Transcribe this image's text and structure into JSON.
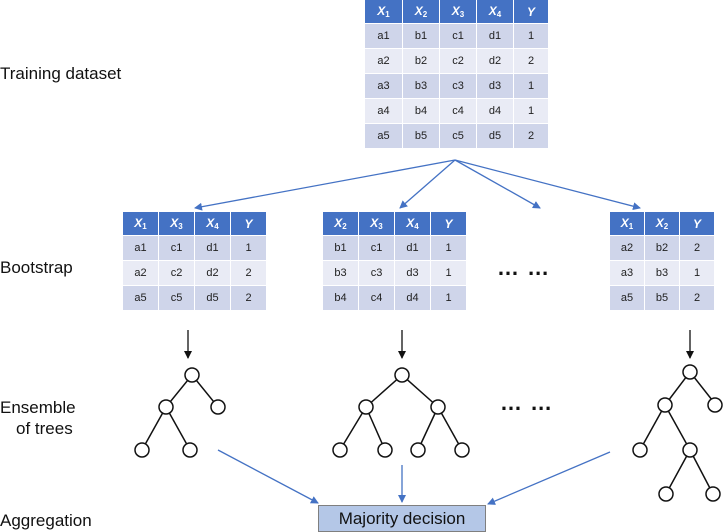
{
  "labels": {
    "training": "Training dataset",
    "bootstrap": "Bootstrap",
    "ensemble_line1": "Ensemble",
    "ensemble_line2": "of trees",
    "aggregation": "Aggregation"
  },
  "training_table": {
    "headers": [
      [
        "X",
        "1"
      ],
      [
        "X",
        "2"
      ],
      [
        "X",
        "3"
      ],
      [
        "X",
        "4"
      ],
      [
        "Y",
        ""
      ]
    ],
    "rows": [
      [
        "a1",
        "b1",
        "c1",
        "d1",
        "1"
      ],
      [
        "a2",
        "b2",
        "c2",
        "d2",
        "2"
      ],
      [
        "a3",
        "b3",
        "c3",
        "d3",
        "1"
      ],
      [
        "a4",
        "b4",
        "c4",
        "d4",
        "1"
      ],
      [
        "a5",
        "b5",
        "c5",
        "d5",
        "2"
      ]
    ]
  },
  "bootstrap_tables": [
    {
      "headers": [
        [
          "X",
          "1"
        ],
        [
          "X",
          "3"
        ],
        [
          "X",
          "4"
        ],
        [
          "Y",
          ""
        ]
      ],
      "rows": [
        [
          "a1",
          "c1",
          "d1",
          "1"
        ],
        [
          "a2",
          "c2",
          "d2",
          "2"
        ],
        [
          "a5",
          "c5",
          "d5",
          "2"
        ]
      ]
    },
    {
      "headers": [
        [
          "X",
          "2"
        ],
        [
          "X",
          "3"
        ],
        [
          "X",
          "4"
        ],
        [
          "Y",
          ""
        ]
      ],
      "rows": [
        [
          "b1",
          "c1",
          "d1",
          "1"
        ],
        [
          "b3",
          "c3",
          "d3",
          "1"
        ],
        [
          "b4",
          "c4",
          "d4",
          "1"
        ]
      ]
    },
    {
      "headers": [
        [
          "X",
          "1"
        ],
        [
          "X",
          "2"
        ],
        [
          "Y",
          ""
        ]
      ],
      "rows": [
        [
          "a2",
          "b2",
          "2"
        ],
        [
          "a3",
          "b3",
          "1"
        ],
        [
          "a5",
          "b5",
          "2"
        ]
      ]
    }
  ],
  "ellipsis": "… …",
  "decision": "Majority decision",
  "colors": {
    "header": "#4472c4",
    "row_dark": "#cfd5ea",
    "row_light": "#e9ebf5",
    "arrow": "#4472c4",
    "decision_fill": "#b4c7e7"
  }
}
